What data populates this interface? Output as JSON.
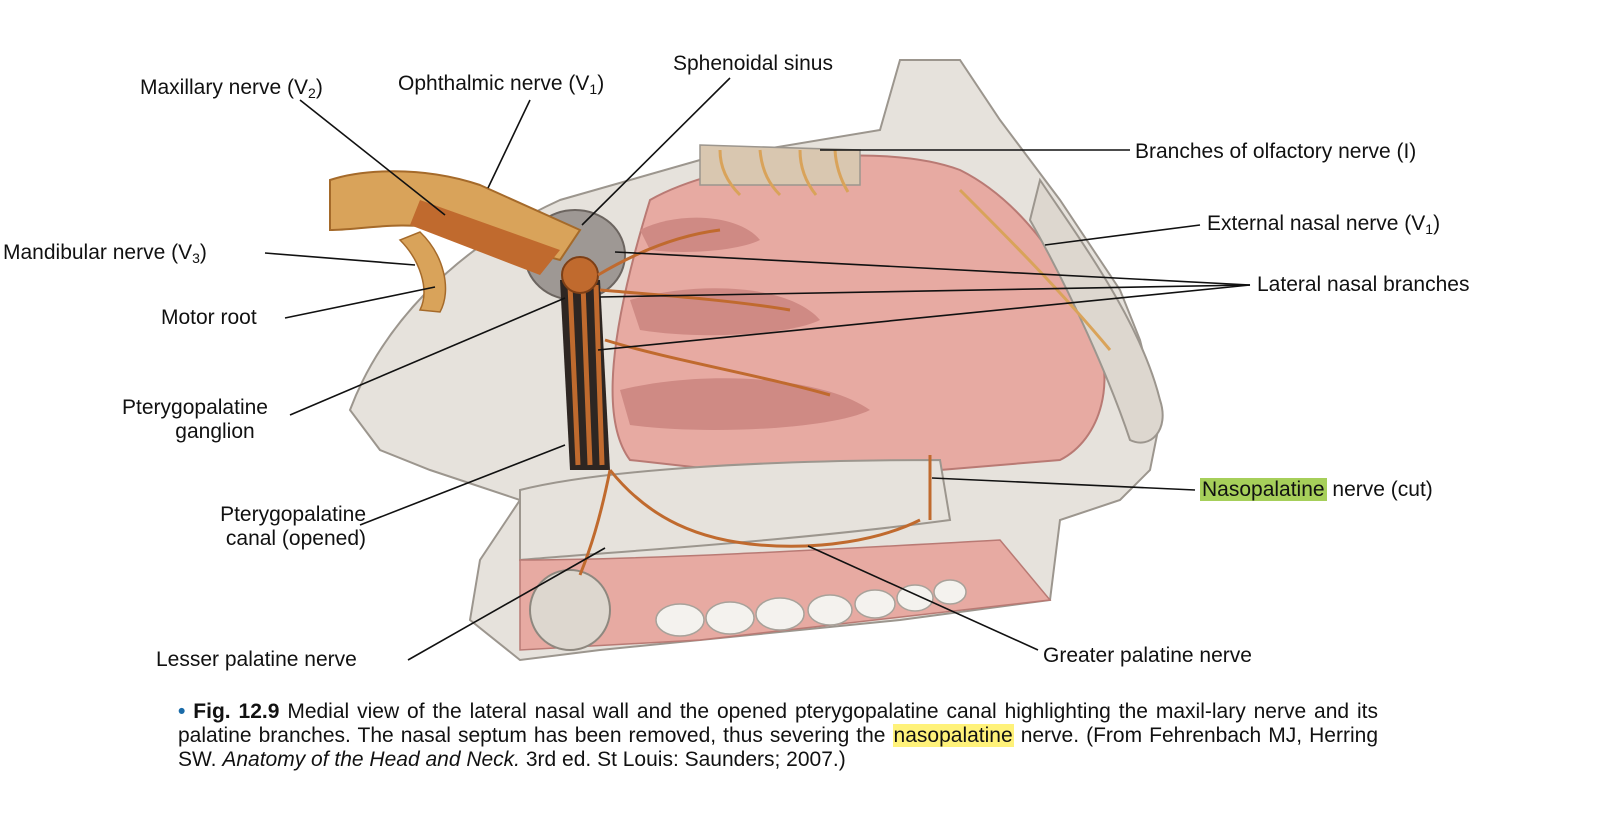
{
  "labels": {
    "maxillary": {
      "text": "Maxillary nerve (V",
      "sub": "2",
      "tail": ")"
    },
    "ophthalmic": {
      "text": "Ophthalmic nerve (V",
      "sub": "1",
      "tail": ")"
    },
    "sphenoidal": "Sphenoidal sinus",
    "olfactory": "Branches of olfactory nerve (I)",
    "external_nasal": {
      "text": "External nasal nerve (V",
      "sub": "1",
      "tail": ")"
    },
    "mandibular": {
      "text": "Mandibular nerve (V",
      "sub": "3",
      "tail": ")"
    },
    "lateral_nasal": "Lateral nasal branches",
    "motor_root": "Motor root",
    "ptg_ganglion_1": "Pterygopalatine",
    "ptg_ganglion_2": "ganglion",
    "nasopalatine_hl": "Nasopalatine",
    "nasopalatine_rest": " nerve (cut)",
    "ptg_canal_1": "Pterygopalatine",
    "ptg_canal_2": "canal (opened)",
    "lesser_palatine": "Lesser palatine nerve",
    "greater_palatine": "Greater palatine nerve"
  },
  "caption": {
    "bullet": "•",
    "fig": "Fig. 12.9",
    "part1": " Medial view of the lateral nasal wall and the opened pterygopalatine canal highlighting the maxil-lary nerve and its palatine branches. The nasal septum has been removed, thus severing the ",
    "highlight": "nasopalatine",
    "part2": " nerve. (From Fehrenbach MJ, Herring SW. ",
    "book": "Anatomy of the Head and Neck.",
    "part3": " 3rd ed. St Louis: Saunders; 2007.)"
  },
  "colors": {
    "nerve": "#c06a2e",
    "nerve_light": "#d9a35a",
    "mucosa": "#e7aaa2",
    "mucosa_dark": "#cf8a84",
    "bone": "#e6e2dc",
    "bone_shade": "#c9c4bd",
    "highlight_green": "#a6cf5a",
    "highlight_yellow": "#fff27a"
  }
}
